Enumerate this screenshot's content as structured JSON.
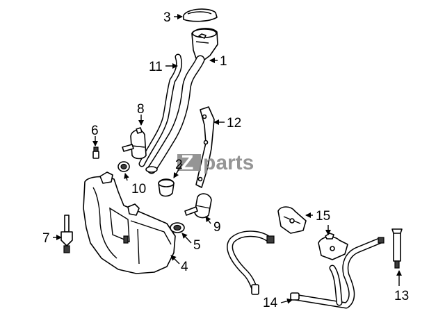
{
  "watermark": {
    "text": "parts",
    "mark": "Z"
  },
  "callouts": [
    {
      "id": "1",
      "label": "1"
    },
    {
      "id": "2",
      "label": "2"
    },
    {
      "id": "3",
      "label": "3"
    },
    {
      "id": "4",
      "label": "4"
    },
    {
      "id": "5",
      "label": "5"
    },
    {
      "id": "6",
      "label": "6"
    },
    {
      "id": "7",
      "label": "7"
    },
    {
      "id": "8",
      "label": "8"
    },
    {
      "id": "9",
      "label": "9"
    },
    {
      "id": "10",
      "label": "10"
    },
    {
      "id": "11",
      "label": "11"
    },
    {
      "id": "12",
      "label": "12"
    },
    {
      "id": "13",
      "label": "13"
    },
    {
      "id": "14",
      "label": "14"
    },
    {
      "id": "15",
      "label": "15"
    }
  ]
}
